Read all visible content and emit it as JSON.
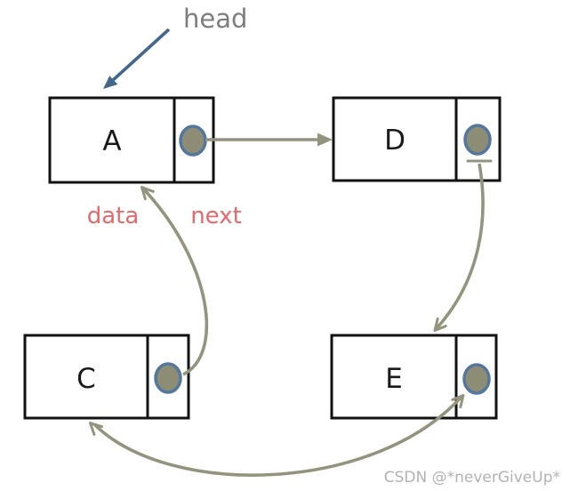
{
  "labels": {
    "head": "head",
    "data": "data",
    "next": "next"
  },
  "nodes": [
    {
      "id": "A",
      "value": "A"
    },
    {
      "id": "D",
      "value": "D"
    },
    {
      "id": "C",
      "value": "C"
    },
    {
      "id": "E",
      "value": "E"
    }
  ],
  "arrows": [
    {
      "name": "head-arrow",
      "from": "head-label",
      "to": "node-a",
      "style": "solid-triangle"
    },
    {
      "name": "a-next-arrow",
      "from": "node-a-pointer",
      "to": "node-d",
      "style": "solid-triangle"
    },
    {
      "name": "d-next-arrow",
      "from": "node-d-pointer",
      "to": "node-e",
      "style": "open-barb, flat tail bar at source"
    },
    {
      "name": "e-c-arrow",
      "from": "node-e-pointer",
      "to": "node-c",
      "style": "open-barb, arrowheads at both ends"
    },
    {
      "name": "c-next-arrow",
      "from": "node-c-pointer",
      "to": "node-a",
      "style": "open-barb"
    }
  ],
  "watermark": "CSDN @*neverGiveUp*",
  "colors": {
    "background": "#ffffff",
    "box-border": "#121212",
    "dot-fill": "#8d8d75",
    "dot-ring": "#54779e",
    "arrow": "#94947e",
    "head-arrow": "#44688c",
    "head-label": "#7d7d7d",
    "field-label": "#e26a6a",
    "letter": "#1a1a1a",
    "watermark": "#b2b2b2"
  }
}
